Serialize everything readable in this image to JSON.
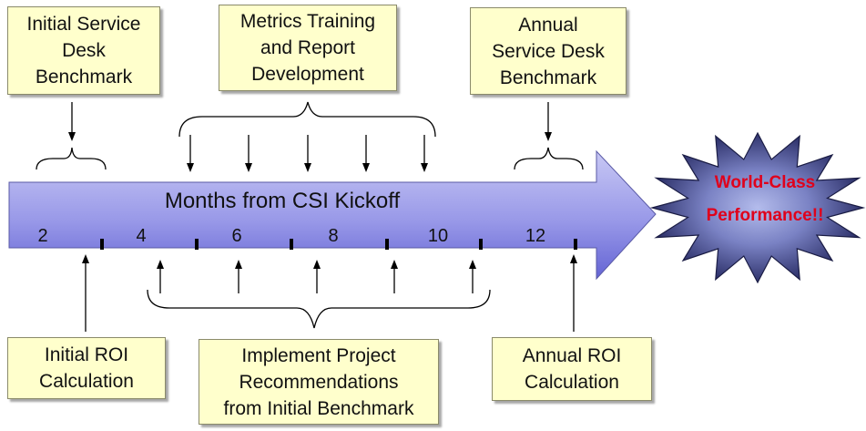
{
  "boxes": {
    "initial_benchmark": "Initial Service\nDesk\nBenchmark",
    "metrics_training": "Metrics Training\nand Report\nDevelopment",
    "annual_benchmark": "Annual\nService Desk\nBenchmark",
    "initial_roi": "Initial ROI\nCalculation",
    "implement_project": "Implement Project\nRecommendations\nfrom Initial Benchmark",
    "annual_roi": "Annual ROI\nCalculation"
  },
  "timeline": {
    "title": "Months from CSI Kickoff",
    "month_labels": [
      "2",
      "4",
      "6",
      "8",
      "10",
      "12"
    ]
  },
  "goal": {
    "line1": "World-Class",
    "line2": "Performance!!"
  },
  "colors": {
    "box_fill": "#ffffcc",
    "arrow_light": "#c8c8f4",
    "arrow_dark": "#6868d8",
    "goal_text": "#e0001b",
    "star_dark": "#20235a",
    "star_light": "#b4bcec"
  }
}
